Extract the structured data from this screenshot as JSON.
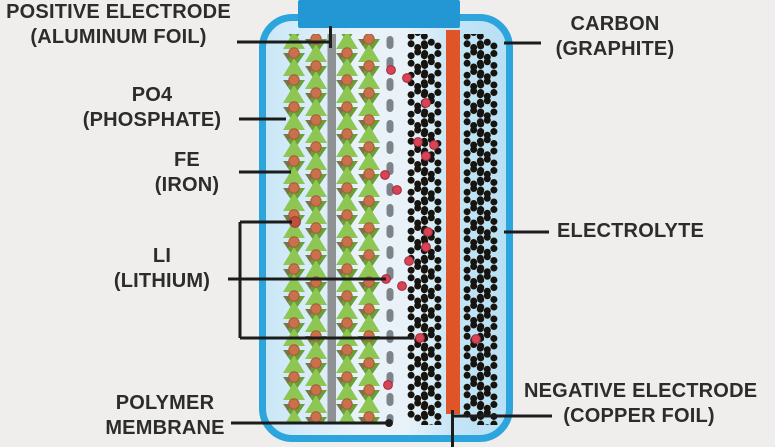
{
  "diagram": {
    "subject": "lithium-iron-phosphate-battery-cell",
    "labels": {
      "positive_electrode": {
        "line1": "POSITIVE ELECTRODE",
        "line2": "(ALUMINUM FOIL)"
      },
      "po4": {
        "line1": "PO4",
        "line2": "(PHOSPHATE)"
      },
      "fe": {
        "line1": "FE",
        "line2": "(IRON)"
      },
      "li": {
        "line1": "LI",
        "line2": "(LITHIUM)"
      },
      "polymer_membrane": {
        "line1": "POLYMER",
        "line2": "MEMBRANE"
      },
      "carbon": {
        "line1": "CARBON",
        "line2": "(GRAPHITE)"
      },
      "electrolyte": {
        "line1": "ELECTROLYTE"
      },
      "negative_electrode": {
        "line1": "NEGATIVE ELECTRODE",
        "line2": "(COPPER FOIL)"
      }
    },
    "colors": {
      "background": "#EFEEEC",
      "case_border": "#2CA4DC",
      "case_fill_light": "#C9E7F7",
      "case_fill_center": "#E9F2F9",
      "case_fill_right": "#B7DFF4",
      "terminal": "#2397D4",
      "cathode_green_light": "#8DC653",
      "cathode_green_dark": "#699F37",
      "cathode_small_triangle": "#7E6F52",
      "cathode_lithium_circle": "#C8714A",
      "aluminum_foil": "#8E9295",
      "separator": "#7D8386",
      "lithium_ion": "#D84455",
      "graphite": "#17140F",
      "copper_foil": "#E05528",
      "label_text": "#2C2C2C",
      "pointer_line": "#1C1C1C"
    }
  }
}
